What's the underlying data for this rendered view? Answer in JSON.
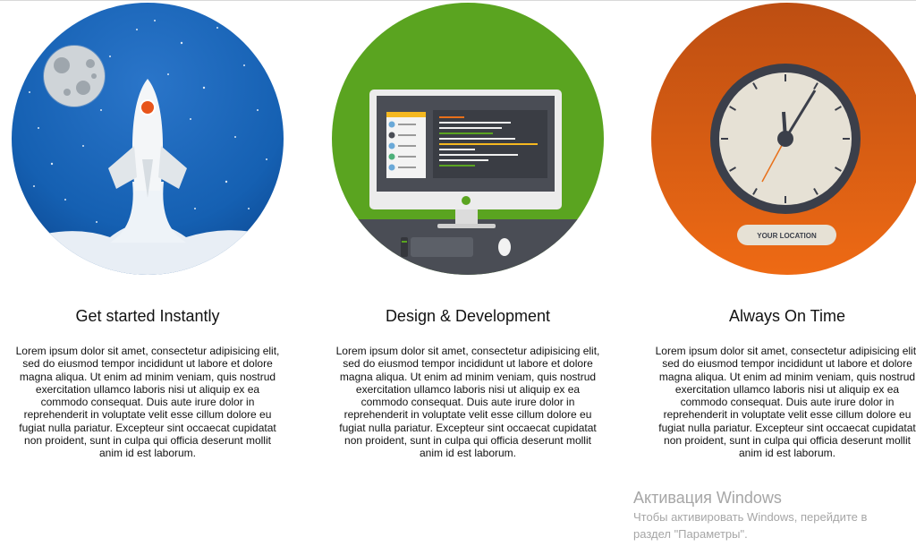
{
  "features": [
    {
      "title": "Get started Instantly",
      "description": "Lorem ipsum dolor sit amet, consectetur adipisicing elit, sed do eiusmod tempor incididunt ut labore et dolore magna aliqua. Ut enim ad minim veniam, quis nostrud exercitation ullamco laboris nisi ut aliquip ex ea commodo consequat. Duis aute irure dolor in reprehenderit in voluptate velit esse cillum dolore eu fugiat nulla pariatur. Excepteur sint occaecat cupidatat non proident, sunt in culpa qui officia deserunt mollit anim id est laborum.",
      "illustration": "rocket-illustration"
    },
    {
      "title": "Design & Development",
      "description": "Lorem ipsum dolor sit amet, consectetur adipisicing elit, sed do eiusmod tempor incididunt ut labore et dolore magna aliqua. Ut enim ad minim veniam, quis nostrud exercitation ullamco laboris nisi ut aliquip ex ea commodo consequat. Duis aute irure dolor in reprehenderit in voluptate velit esse cillum dolore eu fugiat nulla pariatur. Excepteur sint occaecat cupidatat non proident, sunt in culpa qui officia deserunt mollit anim id est laborum.",
      "illustration": "computer-illustration"
    },
    {
      "title": "Always On Time",
      "description": "Lorem ipsum dolor sit amet, consectetur adipisicing elit, sed do eiusmod tempor incididunt ut labore et dolore magna aliqua. Ut enim ad minim veniam, quis nostrud exercitation ullamco laboris nisi ut aliquip ex ea commodo consequat. Duis aute irure dolor in reprehenderit in voluptate velit esse cillum dolore eu fugiat nulla pariatur. Excepteur sint occaecat cupidatat non proident, sunt in culpa qui officia deserunt mollit anim id est laborum.",
      "illustration": "clock-illustration",
      "badge": "YOUR LOCATION"
    }
  ],
  "watermark": {
    "title": "Активация Windows",
    "line1": "Чтобы активировать Windows, перейдите в",
    "line2": "раздел \"Параметры\"."
  },
  "colors": {
    "rocket_sky": "#1565b8",
    "computer_bg": "#5aa420",
    "clock_bg": "#e0651a"
  }
}
